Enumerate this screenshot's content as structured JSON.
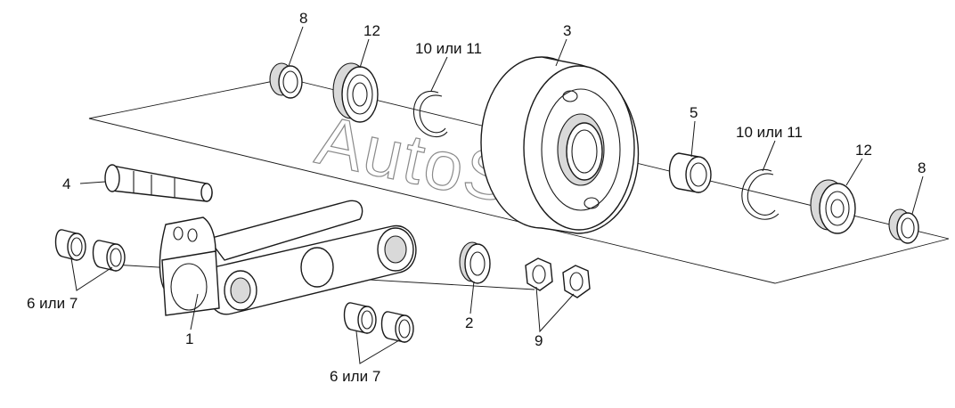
{
  "watermark": "AutoSoft",
  "labels": {
    "p8_top": "8",
    "p12_top": "12",
    "p10_top": "10 или 11",
    "p3": "3",
    "p5": "5",
    "p10_right": "10 или 11",
    "p12_right": "12",
    "p8_right": "8",
    "p4": "4",
    "p6_left": "6 или 7",
    "p1": "1",
    "p2": "2",
    "p9": "9",
    "p6_bottom": "6 или 7"
  }
}
